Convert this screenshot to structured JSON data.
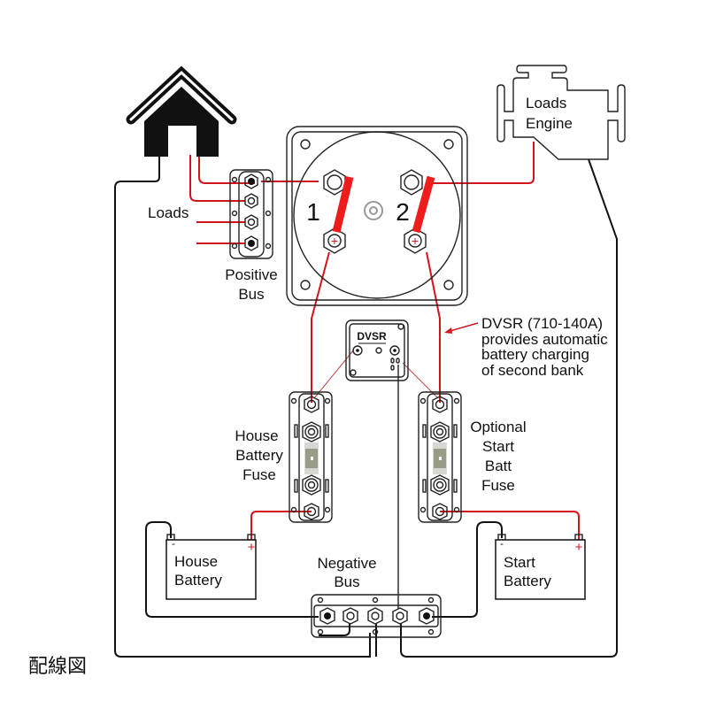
{
  "title": "配線図",
  "colors": {
    "positive_wire": "#d4141c",
    "negative_wire": "#111111",
    "fuse_element": "#9a9a86"
  },
  "components": {
    "house_icon": {
      "name": "House"
    },
    "engine": {
      "line1": "Loads",
      "line2": "Engine"
    },
    "loads_label": "Loads",
    "positive_bus": {
      "line1": "Positive",
      "line2": "Bus"
    },
    "battery_switch": {
      "position1": "1",
      "position2": "2",
      "plus_symbol": "+"
    },
    "dvsr": {
      "label": "DVSR"
    },
    "dvsr_note": {
      "line1": "DVSR (710-140A)",
      "line2": "provides automatic",
      "line3": "battery charging",
      "line4": "of second bank"
    },
    "house_fuse": {
      "line1": "House",
      "line2": "Battery",
      "line3": "Fuse"
    },
    "start_fuse": {
      "line1": "Optional",
      "line2": "Start",
      "line3": "Batt",
      "line4": "Fuse"
    },
    "house_battery": {
      "line1": "House",
      "line2": "Battery",
      "neg": "-",
      "pos": "+"
    },
    "start_battery": {
      "line1": "Start",
      "line2": "Battery",
      "neg": "-",
      "pos": "+"
    },
    "negative_bus": {
      "line1": "Negative",
      "line2": "Bus"
    }
  }
}
